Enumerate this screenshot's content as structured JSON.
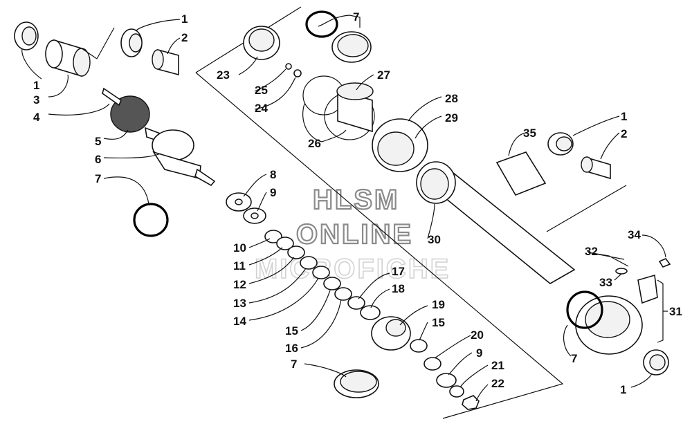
{
  "watermark": {
    "line1": "HLSM",
    "line2": "ONLINE",
    "line3": "MICROFICHE"
  },
  "callouts": {
    "c1a": "1",
    "c2a": "2",
    "c1b": "1",
    "c3": "3",
    "c4": "4",
    "c5": "5",
    "c6": "6",
    "c7a": "7",
    "c7b": "7",
    "c23": "23",
    "c25": "25",
    "c24": "24",
    "c27": "27",
    "c26": "26",
    "c28": "28",
    "c29": "29",
    "c8": "8",
    "c9a": "9",
    "c10": "10",
    "c11": "11",
    "c12": "12",
    "c13": "13",
    "c14": "14",
    "c15a": "15",
    "c16": "16",
    "c17": "17",
    "c18": "18",
    "c19": "19",
    "c15b": "15",
    "c20": "20",
    "c9b": "9",
    "c21": "21",
    "c22": "22",
    "c7c": "7",
    "c30": "30",
    "c35": "35",
    "c1c": "1",
    "c2b": "2",
    "c34": "34",
    "c32": "32",
    "c33": "33",
    "c31": "31",
    "c7d": "7",
    "c1d": "1"
  }
}
